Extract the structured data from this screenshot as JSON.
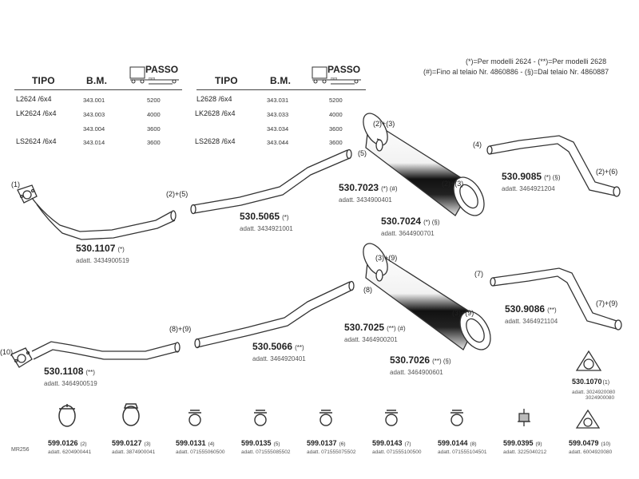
{
  "notes": {
    "line1": "(*)=Per modelli 2624  -  (**)=Per modelli 2628",
    "line2": "(#)=Fino al telaio Nr. 4860886  -  (§)=Dal telaio Nr. 4860887"
  },
  "tables": [
    {
      "headers": [
        "TIPO",
        "B.M.",
        "PASSO"
      ],
      "passo_sub": "mm",
      "rows": [
        {
          "tipo": "L2624  /6x4",
          "bm": "343.001",
          "passo": "5200"
        },
        {
          "tipo": "LK2624  /6x4",
          "bm": "343.003",
          "passo": "4000"
        },
        {
          "tipo": "",
          "bm": "343.004",
          "passo": "3600"
        },
        {
          "tipo": "LS2624  /6x4",
          "bm": "343.014",
          "passo": "3600"
        }
      ]
    },
    {
      "headers": [
        "TIPO",
        "B.M.",
        "PASSO"
      ],
      "passo_sub": "mm",
      "rows": [
        {
          "tipo": "L2628  /6x4",
          "bm": "343.031",
          "passo": "5200"
        },
        {
          "tipo": "LK2628  /6x4",
          "bm": "343.033",
          "passo": "4000"
        },
        {
          "tipo": "",
          "bm": "343.034",
          "passo": "3600"
        },
        {
          "tipo": "LS2628  /6x4",
          "bm": "343.044",
          "passo": "3600"
        }
      ]
    }
  ],
  "parts": [
    {
      "id": "p1107",
      "number": "530.1107",
      "tag": "(*)",
      "adatt": "adatt. 3434900519"
    },
    {
      "id": "p5065",
      "number": "530.5065",
      "tag": "(*)",
      "adatt": "adatt. 3434921001"
    },
    {
      "id": "p7023",
      "number": "530.7023",
      "tag": "(*)   (#)",
      "adatt": "adatt. 3434900401"
    },
    {
      "id": "p7024",
      "number": "530.7024",
      "tag": "(*)   (§)",
      "adatt": "adatt. 3644900701"
    },
    {
      "id": "p9085",
      "number": "530.9085",
      "tag": "(*)   (§)",
      "adatt": "adatt. 3464921204"
    },
    {
      "id": "p1108",
      "number": "530.1108",
      "tag": "(**)",
      "adatt": "adatt. 3464900519"
    },
    {
      "id": "p5066",
      "number": "530.5066",
      "tag": "(**)",
      "adatt": "adatt. 3464920401"
    },
    {
      "id": "p7025",
      "number": "530.7025",
      "tag": "(**)   (#)",
      "adatt": "adatt. 3464900201"
    },
    {
      "id": "p7026",
      "number": "530.7026",
      "tag": "(**)   (§)",
      "adatt": "adatt. 3464900601"
    },
    {
      "id": "p9086",
      "number": "530.9086",
      "tag": "(**)",
      "adatt": "adatt. 3464921104"
    },
    {
      "id": "p1070",
      "number": "530.1070",
      "tag": "(1)",
      "adatt": "adatt. 3024920080",
      "adatt2": "3024900080"
    }
  ],
  "callouts": {
    "c1": "(1)",
    "c25a": "(2)+(5)",
    "c5": "(5)",
    "c23a": "(2)+(3)",
    "c23b": "(2)+(3)",
    "c4": "(4)",
    "c26": "(2)+(6)",
    "c10": "(10)",
    "c89": "(8)+(9)",
    "c8": "(8)",
    "c39a": "(3)+(9)",
    "c39b": "(3)+(9)",
    "c7": "(7)",
    "c79": "(7)+(9)"
  },
  "accessories": [
    {
      "number": "599.0126",
      "tag": "(2)",
      "adatt": "adatt. 6204900441"
    },
    {
      "number": "599.0127",
      "tag": "(3)",
      "adatt": "adatt. 3874900041"
    },
    {
      "number": "599.0131",
      "tag": "(4)",
      "adatt": "adatt. 071555060500"
    },
    {
      "number": "599.0135",
      "tag": "(5)",
      "adatt": "adatt. 071555085502"
    },
    {
      "number": "599.0137",
      "tag": "(6)",
      "adatt": "adatt. 071555075502"
    },
    {
      "number": "599.0143",
      "tag": "(7)",
      "adatt": "adatt. 071555100500"
    },
    {
      "number": "599.0144",
      "tag": "(8)",
      "adatt": "adatt. 071555104501"
    },
    {
      "number": "599.0395",
      "tag": "(9)",
      "adatt": "adatt. 3225040212"
    },
    {
      "number": "599.0479",
      "tag": "(10)",
      "adatt": "adatt. 6004920080"
    }
  ],
  "footer": "MR256"
}
